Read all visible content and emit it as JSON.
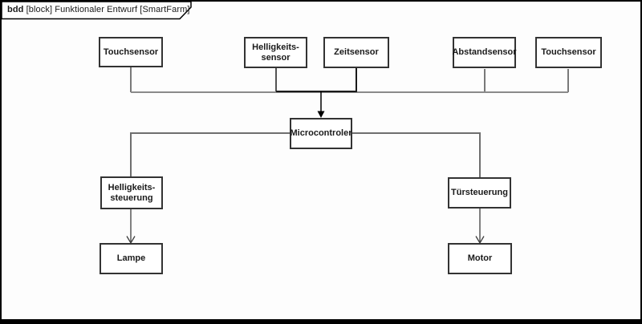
{
  "frame": {
    "title_keyword": "bdd",
    "title_rest": " [block] Funktionaler Entwurf [SmartFarm]",
    "diagram_kind": "bdd",
    "diagram_type": "block",
    "diagram_name": "Funktionaler Entwurf",
    "model_element": "SmartFarm"
  },
  "blocks": {
    "touchsensor1": {
      "label": "Touchsensor"
    },
    "helligkeitssensor": {
      "label": "Helligkeits-\nsensor"
    },
    "zeitsensor": {
      "label": "Zeitsensor"
    },
    "abstandsensor": {
      "label": "Abstandsensor"
    },
    "touchsensor2": {
      "label": "Touchsensor"
    },
    "microcontroler": {
      "label": "Microcontroler"
    },
    "helligkeitssteuerung": {
      "label": "Helligkeits-\nsteuerung"
    },
    "tuersteuerung": {
      "label": "Türsteuerung"
    },
    "lampe": {
      "label": "Lampe"
    },
    "motor": {
      "label": "Motor"
    }
  },
  "connections": [
    {
      "from": "Touchsensor (links)",
      "to": "Microcontroler",
      "arrow": true
    },
    {
      "from": "Helligkeits-sensor",
      "to": "Microcontroler",
      "arrow": true
    },
    {
      "from": "Zeitsensor",
      "to": "Microcontroler",
      "arrow": true
    },
    {
      "from": "Abstandsensor",
      "to": "Microcontroler",
      "arrow": true
    },
    {
      "from": "Touchsensor (rechts)",
      "to": "Microcontroler",
      "arrow": true
    },
    {
      "from": "Microcontroler",
      "to": "Helligkeits-steuerung",
      "arrow": false
    },
    {
      "from": "Microcontroler",
      "to": "Türsteuerung",
      "arrow": false
    },
    {
      "from": "Helligkeits-steuerung",
      "to": "Lampe",
      "arrow": true
    },
    {
      "from": "Türsteuerung",
      "to": "Motor",
      "arrow": true
    }
  ],
  "colors": {
    "box_border": "#333333",
    "line_gray": "#757575",
    "line_dark": "#1a1a1a",
    "frame": "#000000",
    "background": "#fdfdfd"
  }
}
